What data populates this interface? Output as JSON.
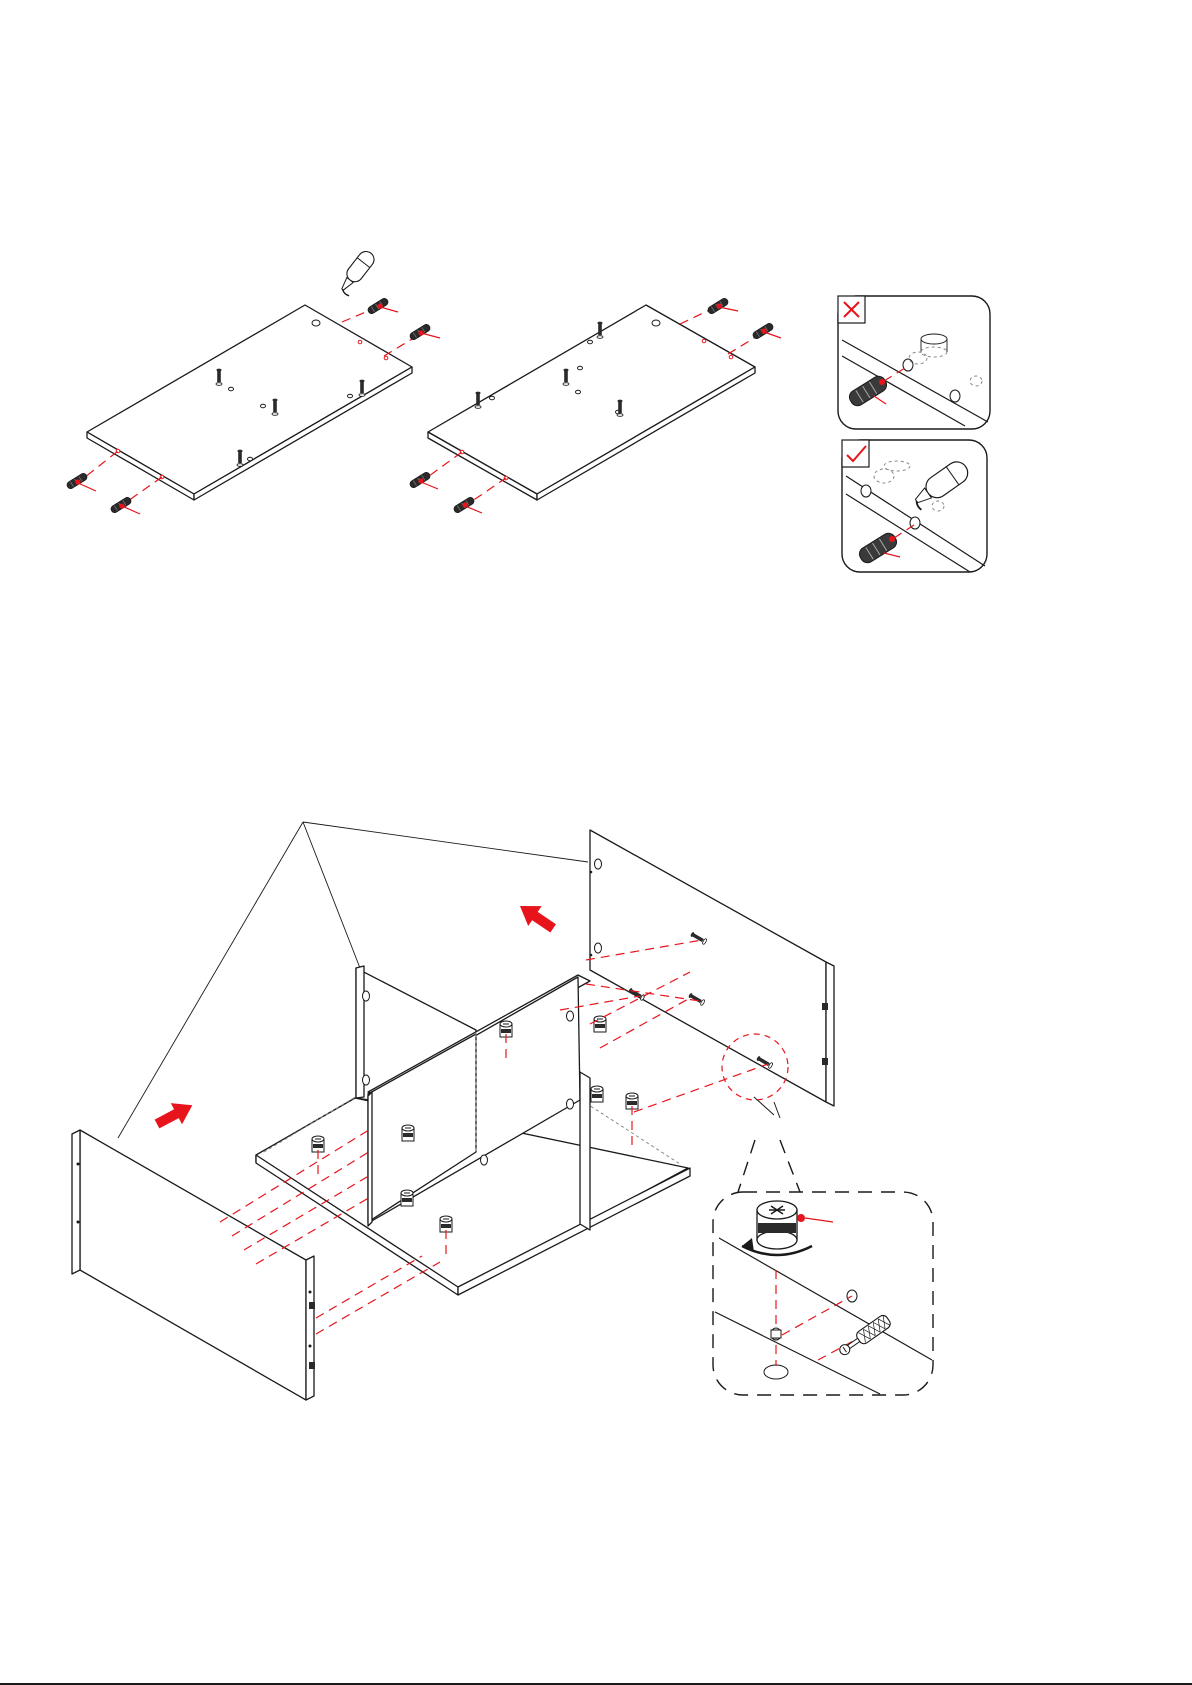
{
  "colors": {
    "accent": "#e8141c",
    "ink": "#1a1a1a",
    "paper": "#ffffff"
  },
  "icons": {
    "wrong": "cross-mark-icon",
    "right": "check-mark-icon",
    "glue": "glue-bottle-icon",
    "dowel": "wooden-dowel-icon",
    "cam": "cam-lock-icon",
    "bolt": "cam-bolt-icon",
    "arrow": "push-arrow-icon",
    "rotate": "rotate-arrow-icon"
  },
  "steps": [
    {
      "id": "dowel-insertion",
      "panels": 2,
      "callouts": [
        "wrong-way",
        "right-way"
      ]
    },
    {
      "id": "carcass-assembly",
      "panels": 5,
      "callouts": [
        "cam-lock-detail"
      ]
    }
  ]
}
